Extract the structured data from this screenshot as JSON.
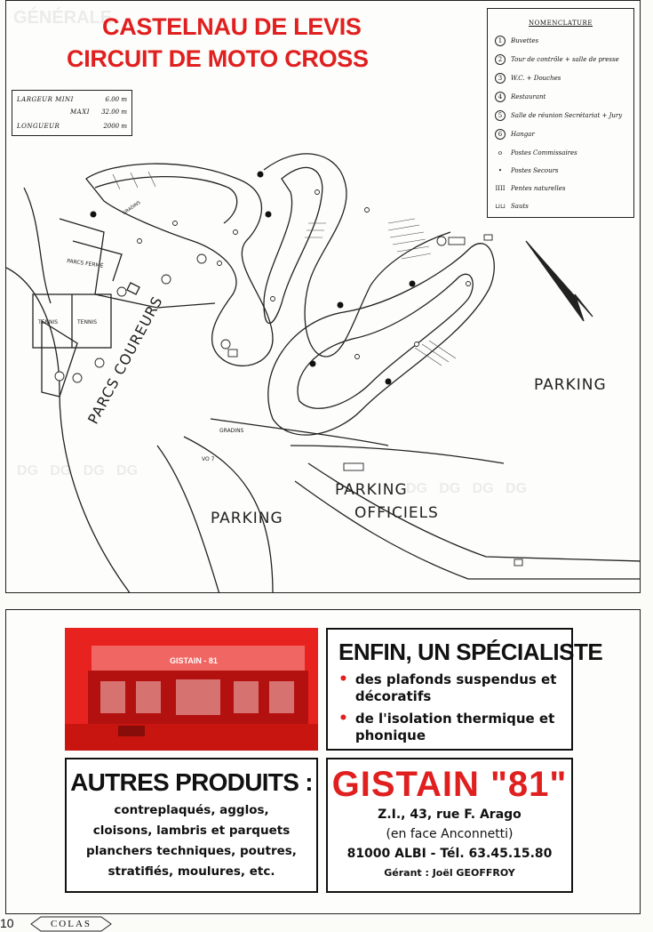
{
  "map": {
    "title_line1": "CASTELNAU DE LEVIS",
    "title_line2": "CIRCUIT DE MOTO CROSS",
    "dimensions": [
      {
        "label": "LARGEUR  MINI",
        "value": "6.00 m"
      },
      {
        "label": "MAXI",
        "value": "32.00 m"
      },
      {
        "label": "LONGUEUR",
        "value": "2000 m"
      }
    ],
    "legend": {
      "title": "NOMENCLATURE",
      "items": [
        {
          "symbol": "1",
          "label": "Buvettes"
        },
        {
          "symbol": "2",
          "label": "Tour de contrôle + salle de presse"
        },
        {
          "symbol": "3",
          "label": "W.C. + Douches"
        },
        {
          "symbol": "4",
          "label": "Restaurant"
        },
        {
          "symbol": "5",
          "label": "Salle de réunion Secrétariat + Jury"
        },
        {
          "symbol": "6",
          "label": "Hangar"
        },
        {
          "symbol": "o",
          "label": "Postes Commissaires"
        },
        {
          "symbol": "•",
          "label": "Postes Secours"
        },
        {
          "symbol": "IIII",
          "label": "Pentes naturelles"
        },
        {
          "symbol": "⊔⊔",
          "label": "Sauts"
        }
      ]
    },
    "labels": {
      "parking_right": "PARKING",
      "parking_bottom": "PARKING",
      "parking_officiels_1": "PARKING",
      "parking_officiels_2": "OFFICIELS",
      "parcs_coureurs": "PARCS COUREURS",
      "parcs_ferme": "PARCS FERMÉ",
      "tennis_1": "TENNIS",
      "tennis_2": "TENNIS",
      "gradins": "GRADINS",
      "vo7": "VO 7",
      "gradins_side": "GRADINS"
    }
  },
  "ads": {
    "photo_sign": "GISTAIN - 81",
    "specialist": {
      "title": "ENFIN, UN SPÉCIALISTE",
      "bullets": [
        "des plafonds suspendus et décoratifs",
        "de l'isolation thermique et phonique"
      ]
    },
    "other_products": {
      "title": "AUTRES PRODUITS :",
      "lines": [
        "contreplaqués, agglos,",
        "cloisons, lambris et parquets",
        "planchers techniques, poutres,",
        "stratifiés, moulures, etc."
      ]
    },
    "gistain": {
      "name": "GISTAIN \"81\"",
      "address": "Z.I., 43, rue F. Arago",
      "location": "(en face Anconnetti)",
      "city_phone": "81000 ALBI - Tél. 63.45.15.80",
      "manager": "Gérant : Joël GEOFFROY"
    }
  },
  "footer": {
    "page_number": "10",
    "brand": "COLAS"
  },
  "colors": {
    "accent_red": "#e01f1f",
    "ink": "#111111"
  }
}
